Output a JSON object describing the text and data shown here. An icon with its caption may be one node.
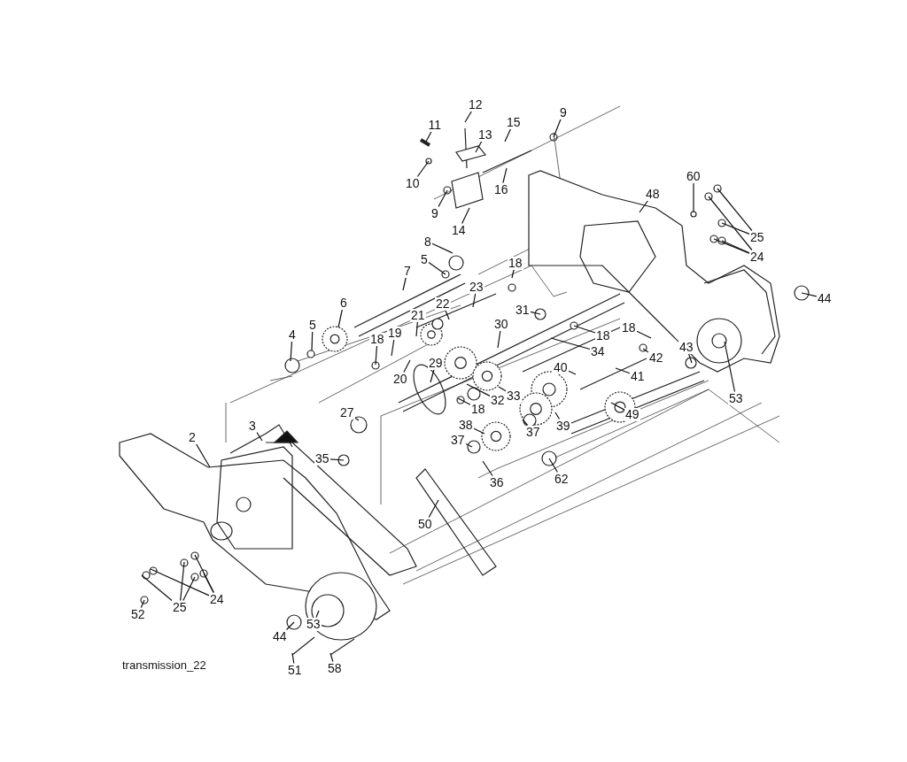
{
  "diagram": {
    "caption": "transmission_22",
    "nodes": [
      {
        "text": [
          "12"
        ]
      },
      {
        "text": [
          "11"
        ]
      },
      {
        "text": [
          "13"
        ]
      },
      {
        "text": [
          "15"
        ]
      },
      {
        "text": [
          "9"
        ]
      },
      {
        "text": [
          "10"
        ]
      },
      {
        "text": [
          "16"
        ]
      },
      {
        "text": [
          "9"
        ]
      },
      {
        "text": [
          "14"
        ]
      },
      {
        "text": [
          "60"
        ]
      },
      {
        "text": [
          "48"
        ]
      },
      {
        "text": [
          "25"
        ]
      },
      {
        "text": [
          "24"
        ]
      },
      {
        "text": [
          "8"
        ]
      },
      {
        "text": [
          "5"
        ]
      },
      {
        "text": [
          "18"
        ]
      },
      {
        "text": [
          "7"
        ]
      },
      {
        "text": [
          "23"
        ]
      },
      {
        "text": [
          "44"
        ]
      },
      {
        "text": [
          "31"
        ]
      },
      {
        "text": [
          "6"
        ]
      },
      {
        "text": [
          "5"
        ]
      },
      {
        "text": [
          "21"
        ]
      },
      {
        "text": [
          "22"
        ]
      },
      {
        "text": [
          "18"
        ]
      },
      {
        "text": [
          "18"
        ]
      },
      {
        "text": [
          "4"
        ]
      },
      {
        "text": [
          "18"
        ]
      },
      {
        "text": [
          "19"
        ]
      },
      {
        "text": [
          "30"
        ]
      },
      {
        "text": [
          "34"
        ]
      },
      {
        "text": [
          "43"
        ]
      },
      {
        "text": [
          "42"
        ]
      },
      {
        "text": [
          "20"
        ]
      },
      {
        "text": [
          "29"
        ]
      },
      {
        "text": [
          "40"
        ]
      },
      {
        "text": [
          "41"
        ]
      },
      {
        "text": [
          "33"
        ]
      },
      {
        "text": [
          "32"
        ]
      },
      {
        "text": [
          "53"
        ]
      },
      {
        "text": [
          "18"
        ]
      },
      {
        "text": [
          "27"
        ]
      },
      {
        "text": [
          "38"
        ]
      },
      {
        "text": [
          "39"
        ]
      },
      {
        "text": [
          "37"
        ]
      },
      {
        "text": [
          "49"
        ]
      },
      {
        "text": [
          "37"
        ]
      },
      {
        "text": [
          "3"
        ]
      },
      {
        "text": [
          "2"
        ]
      },
      {
        "text": [
          "35"
        ]
      },
      {
        "text": [
          "36"
        ]
      },
      {
        "text": [
          "62"
        ]
      },
      {
        "text": [
          "50"
        ]
      },
      {
        "text": [
          "25"
        ]
      },
      {
        "text": [
          "24"
        ]
      },
      {
        "text": [
          "52"
        ]
      },
      {
        "text": [
          "44"
        ]
      },
      {
        "text": [
          "53"
        ]
      },
      {
        "text": [
          "51"
        ]
      },
      {
        "text": [
          "58"
        ]
      }
    ],
    "edges": [
      {
        "from": 0,
        "to": null,
        "arrow": "none"
      },
      {
        "from": 1,
        "to": null,
        "arrow": "none"
      },
      {
        "from": 2,
        "to": null,
        "arrow": "none"
      },
      {
        "from": 3,
        "to": null,
        "arrow": "none"
      },
      {
        "from": 4,
        "to": null,
        "arrow": "none"
      },
      {
        "from": 5,
        "to": null,
        "arrow": "none"
      },
      {
        "from": 6,
        "to": null,
        "arrow": "none"
      },
      {
        "from": 7,
        "to": null,
        "arrow": "none"
      },
      {
        "from": 8,
        "to": null,
        "arrow": "none"
      },
      {
        "from": 9,
        "to": null,
        "arrow": "none"
      },
      {
        "from": 10,
        "to": null,
        "arrow": "none"
      },
      {
        "from": 11,
        "to": null,
        "arrow": "none"
      },
      {
        "from": 11,
        "to": null,
        "arrow": "none"
      },
      {
        "from": 12,
        "to": null,
        "arrow": "none"
      },
      {
        "from": 12,
        "to": null,
        "arrow": "none"
      },
      {
        "from": 12,
        "to": null,
        "arrow": "none"
      },
      {
        "from": 13,
        "to": null,
        "arrow": "none"
      },
      {
        "from": 14,
        "to": null,
        "arrow": "none"
      },
      {
        "from": 15,
        "to": null,
        "arrow": "none"
      },
      {
        "from": 16,
        "to": null,
        "arrow": "none"
      },
      {
        "from": 17,
        "to": null,
        "arrow": "none"
      },
      {
        "from": 18,
        "to": null,
        "arrow": "none"
      },
      {
        "from": 19,
        "to": null,
        "arrow": "none"
      },
      {
        "from": 20,
        "to": null,
        "arrow": "none"
      },
      {
        "from": 21,
        "to": null,
        "arrow": "none"
      },
      {
        "from": 22,
        "to": null,
        "arrow": "none"
      },
      {
        "from": 23,
        "to": null,
        "arrow": "none"
      },
      {
        "from": 24,
        "to": null,
        "arrow": "none"
      },
      {
        "from": 25,
        "to": null,
        "arrow": "none"
      },
      {
        "from": 26,
        "to": null,
        "arrow": "none"
      },
      {
        "from": 27,
        "to": null,
        "arrow": "none"
      },
      {
        "from": 28,
        "to": null,
        "arrow": "none"
      },
      {
        "from": 29,
        "to": null,
        "arrow": "none"
      },
      {
        "from": 30,
        "to": null,
        "arrow": "none"
      },
      {
        "from": 31,
        "to": null,
        "arrow": "none"
      },
      {
        "from": 32,
        "to": null,
        "arrow": "none"
      },
      {
        "from": 33,
        "to": null,
        "arrow": "none"
      },
      {
        "from": 34,
        "to": null,
        "arrow": "none"
      },
      {
        "from": 35,
        "to": null,
        "arrow": "none"
      },
      {
        "from": 36,
        "to": null,
        "arrow": "none"
      },
      {
        "from": 37,
        "to": null,
        "arrow": "none"
      },
      {
        "from": 38,
        "to": null,
        "arrow": "none"
      },
      {
        "from": 39,
        "to": null,
        "arrow": "none"
      },
      {
        "from": 40,
        "to": null,
        "arrow": "none"
      },
      {
        "from": 41,
        "to": null,
        "arrow": "none"
      },
      {
        "from": 42,
        "to": null,
        "arrow": "none"
      },
      {
        "from": 43,
        "to": null,
        "arrow": "none"
      },
      {
        "from": 44,
        "to": null,
        "arrow": "none"
      },
      {
        "from": 45,
        "to": null,
        "arrow": "none"
      },
      {
        "from": 46,
        "to": null,
        "arrow": "none"
      },
      {
        "from": 47,
        "to": null,
        "arrow": "none"
      },
      {
        "from": 48,
        "to": null,
        "arrow": "none"
      },
      {
        "from": 49,
        "to": null,
        "arrow": "none"
      },
      {
        "from": 50,
        "to": null,
        "arrow": "none"
      },
      {
        "from": 51,
        "to": null,
        "arrow": "none"
      },
      {
        "from": 52,
        "to": null,
        "arrow": "none"
      },
      {
        "from": 53,
        "to": null,
        "arrow": "none"
      },
      {
        "from": 53,
        "to": null,
        "arrow": "none"
      },
      {
        "from": 53,
        "to": null,
        "arrow": "none"
      },
      {
        "from": 54,
        "to": null,
        "arrow": "none"
      },
      {
        "from": 54,
        "to": null,
        "arrow": "none"
      },
      {
        "from": 54,
        "to": null,
        "arrow": "none"
      },
      {
        "from": 55,
        "to": null,
        "arrow": "none"
      },
      {
        "from": 56,
        "to": null,
        "arrow": "none"
      },
      {
        "from": 57,
        "to": null,
        "arrow": "none"
      },
      {
        "from": 58,
        "to": null,
        "arrow": "none"
      },
      {
        "from": 59,
        "to": null,
        "arrow": "none"
      }
    ]
  }
}
